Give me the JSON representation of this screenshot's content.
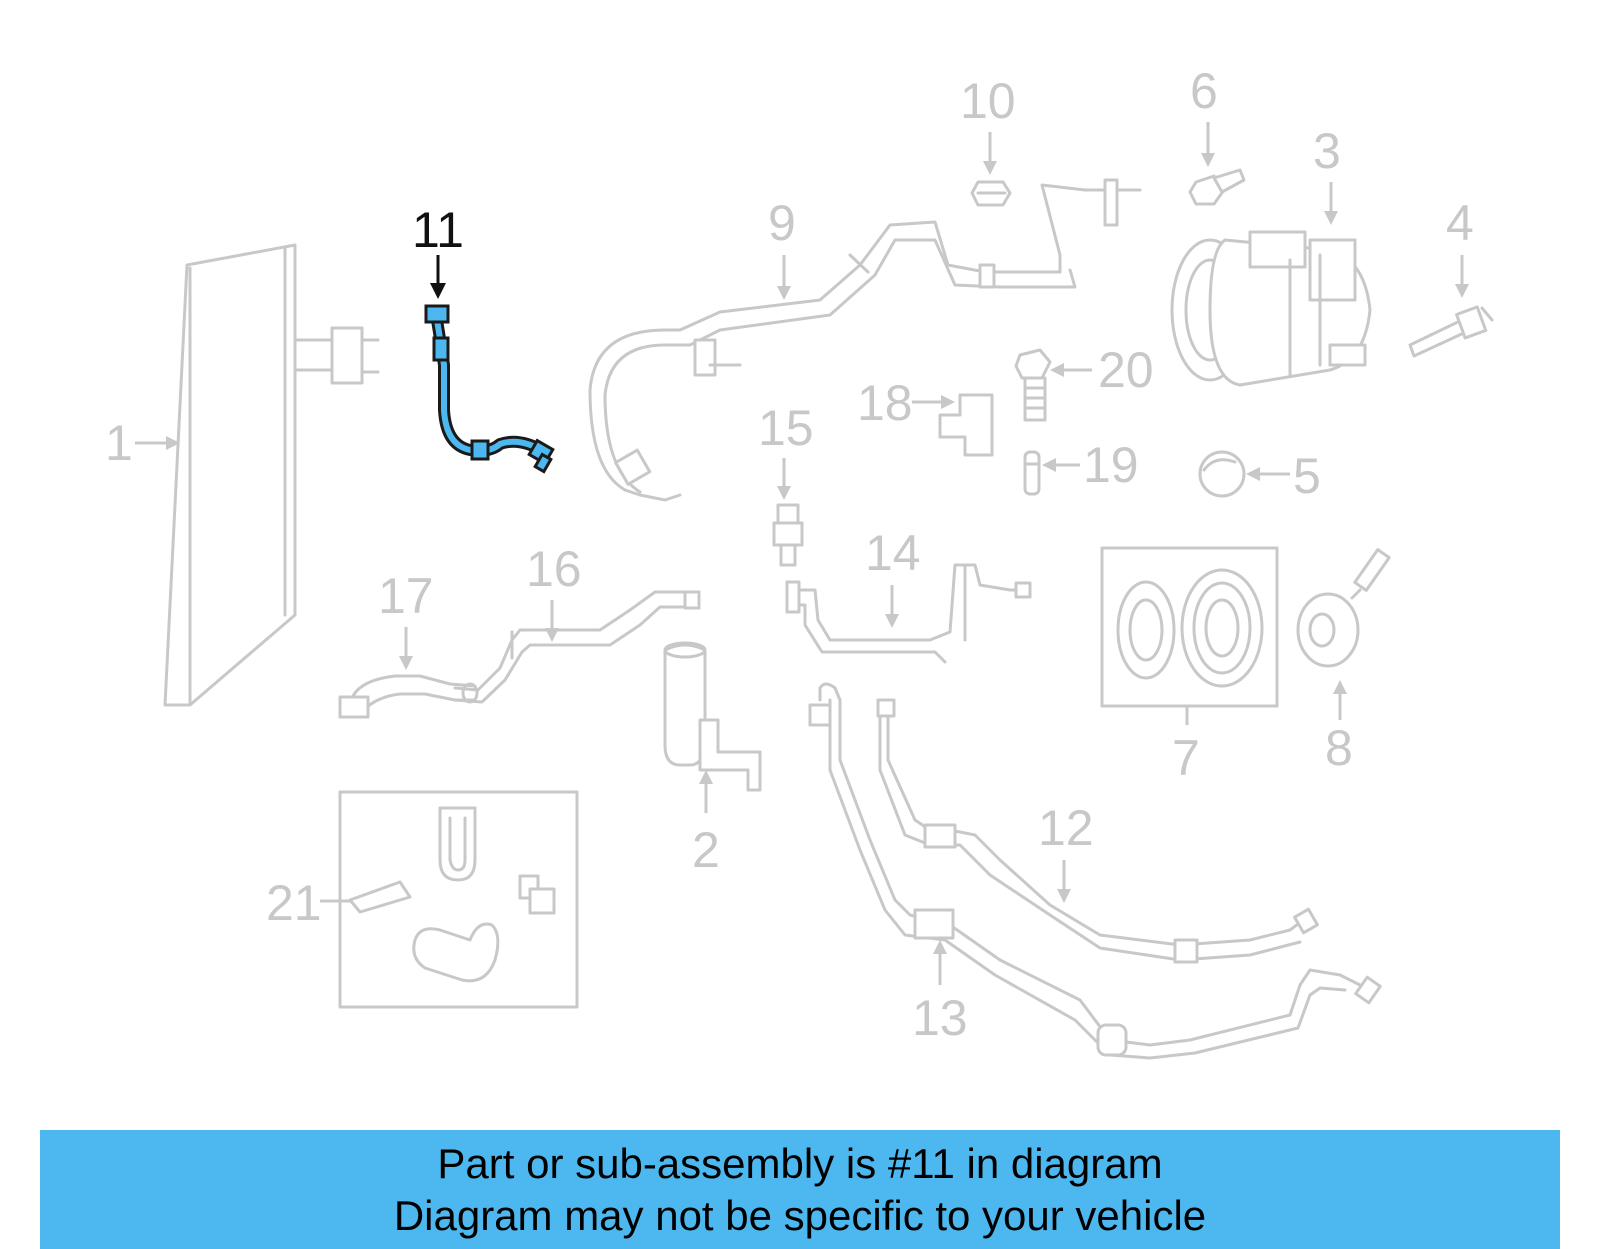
{
  "callouts": {
    "c1": "1",
    "c2": "2",
    "c3": "3",
    "c4": "4",
    "c5": "5",
    "c6": "6",
    "c7": "7",
    "c8": "8",
    "c9": "9",
    "c10": "10",
    "c11": "11",
    "c12": "12",
    "c13": "13",
    "c14": "14",
    "c15": "15",
    "c16": "16",
    "c17": "17",
    "c18": "18",
    "c19": "19",
    "c20": "20",
    "c21": "21"
  },
  "highlighted_part": "11",
  "colors": {
    "highlight": "#4db8ef",
    "parts": "#c8c8c8",
    "banner": "#4db8ef"
  },
  "banner": {
    "line1": "Part or sub-assembly is #11 in diagram",
    "line2": "Diagram may not be specific to your vehicle"
  }
}
